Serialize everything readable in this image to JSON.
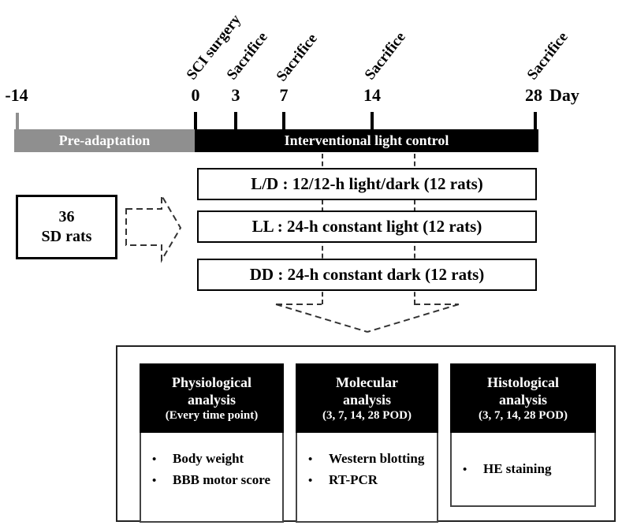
{
  "glyphs": {
    "bullet": "•"
  },
  "colors": {
    "pre_phase_gray": "#8f8f8f",
    "intervention_black": "#000000",
    "text": "#000000"
  },
  "timeline": {
    "start_label": "-14",
    "unit_label": "Day",
    "pre_phase": {
      "label": "Pre-adaptation"
    },
    "intervention_phase": {
      "label": "Interventional light control"
    },
    "days": [
      {
        "day": "0",
        "event": "SCI surgery"
      },
      {
        "day": "3",
        "event": "Sacrifice"
      },
      {
        "day": "7",
        "event": "Sacrifice"
      },
      {
        "day": "14",
        "event": "Sacrifice"
      },
      {
        "day": "28",
        "event": "Sacrifice"
      }
    ]
  },
  "subjects": {
    "count": "36",
    "label": "SD rats"
  },
  "groups": [
    {
      "label": "L/D : 12/12-h light/dark (12 rats)"
    },
    {
      "label": "LL : 24-h constant light (12 rats)"
    },
    {
      "label": "DD : 24-h constant dark (12 rats)"
    }
  ],
  "analyses": [
    {
      "title_line1": "Physiological",
      "title_line2": "analysis",
      "subtitle": "(Every time point)",
      "items": [
        "Body weight",
        "BBB motor score"
      ]
    },
    {
      "title_line1": "Molecular",
      "title_line2": "analysis",
      "subtitle": "(3, 7, 14, 28 POD)",
      "items": [
        "Western blotting",
        "RT-PCR"
      ]
    },
    {
      "title_line1": "Histological",
      "title_line2": "analysis",
      "subtitle": "(3, 7, 14, 28 POD)",
      "items": [
        "HE staining"
      ]
    }
  ]
}
